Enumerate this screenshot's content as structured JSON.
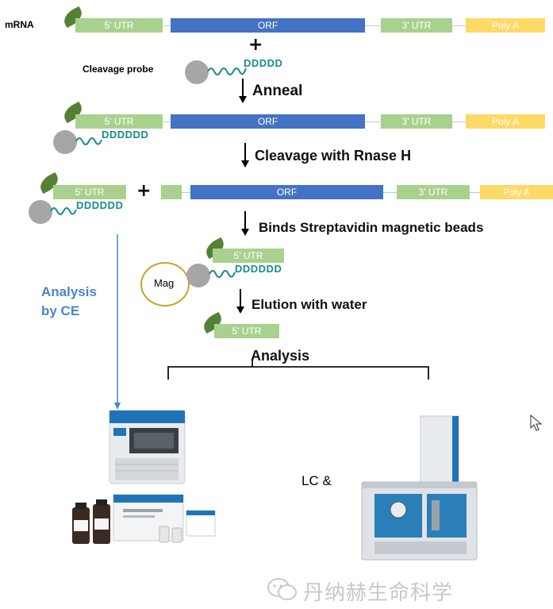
{
  "labels": {
    "mrna": "mRNA",
    "probe": "Cleavage probe",
    "utr5": "5' UTR",
    "orf": "ORF",
    "utr3": "3' UTR",
    "polya": "Poly A",
    "dd": "DDDDD",
    "dd6": "DDDDDD",
    "plus": "+",
    "mag": "Mag",
    "lc": "LC &"
  },
  "steps": {
    "anneal": "Anneal",
    "cleavage": "Cleavage with Rnase H",
    "binds": "Binds Streptavidin magnetic beads",
    "elution": "Elution with water",
    "analysis": "Analysis"
  },
  "side": {
    "line1": "Analysis",
    "line2": "by CE"
  },
  "watermark": "丹纳赫生命科学",
  "colors": {
    "utr": "#a9d18e",
    "orf": "#4472c4",
    "polya": "#ffd966",
    "leaf": "#548235",
    "ball": "#a6a6a6",
    "probe": "#1a8a8a",
    "side_text": "#4a86c8",
    "mag_ring": "#c9a227"
  }
}
